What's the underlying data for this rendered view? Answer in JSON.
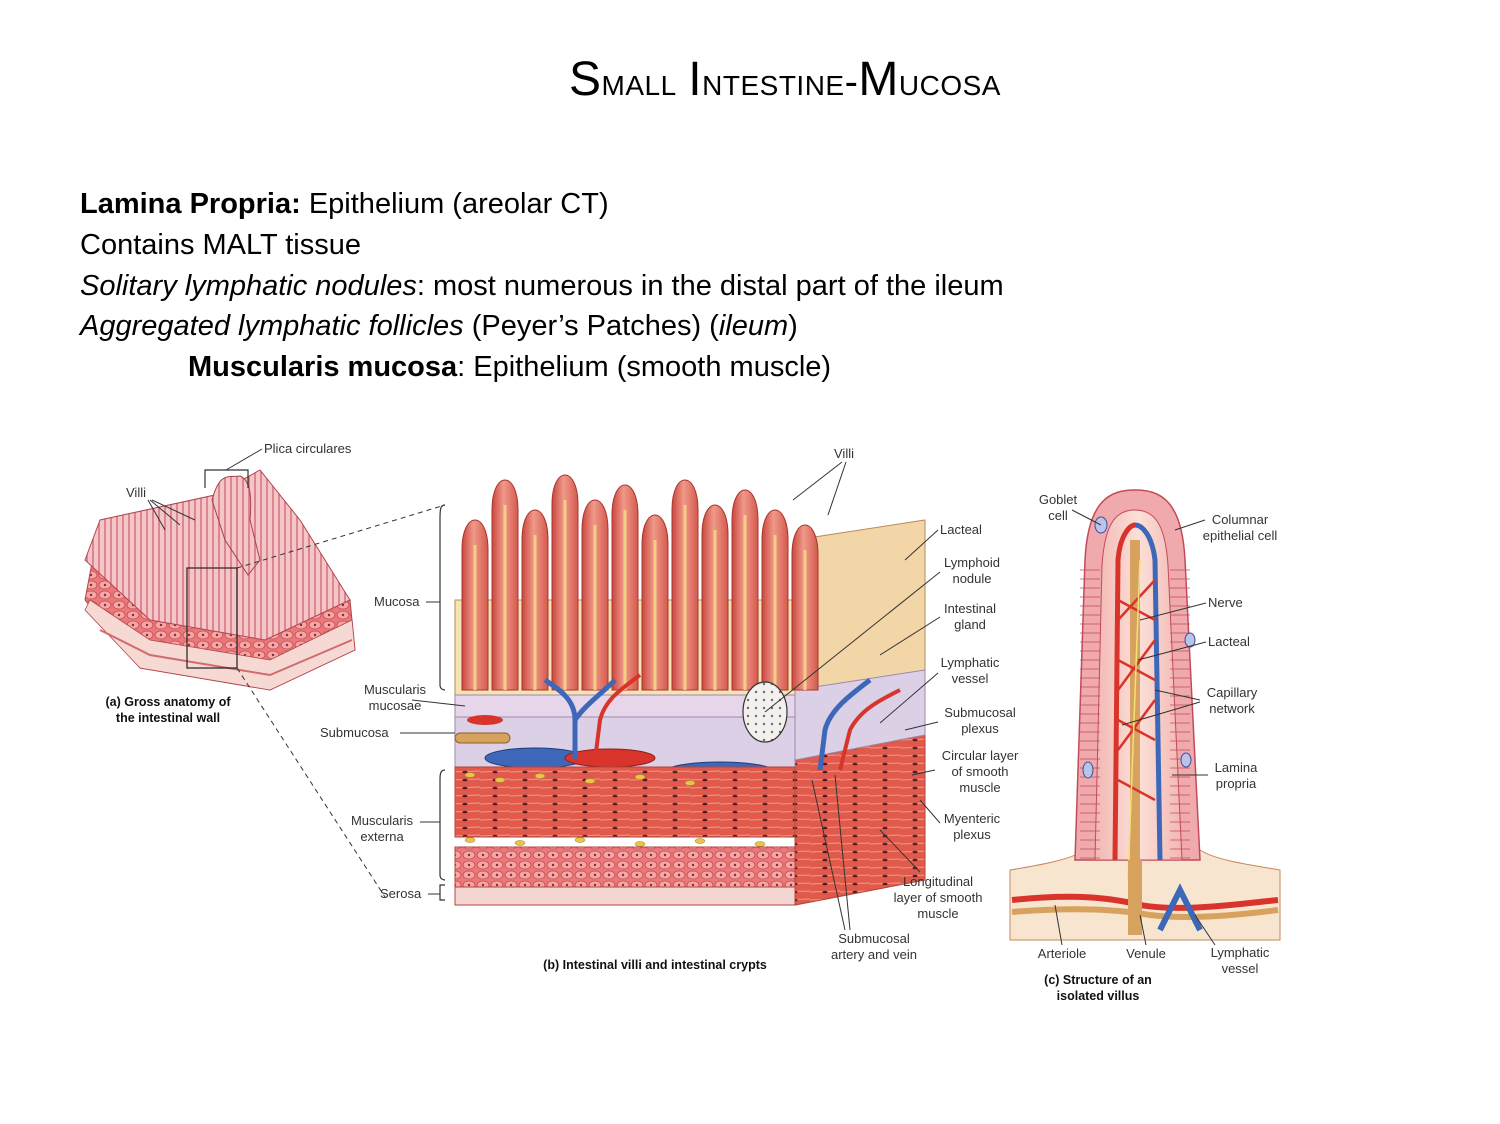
{
  "title": "Small Intestine-Mucosa",
  "lines": [
    {
      "bold": "Lamina Propria:",
      "rest": " Epithelium (areolar CT)"
    },
    {
      "plain": "Contains MALT tissue"
    },
    {
      "italic": "Solitary lymphatic nodules",
      "rest": ": most numerous in the distal part of the ileum"
    },
    {
      "italic": "Aggregated lymphatic follicles",
      "mid": " (Peyer’s Patches) (",
      "italic2": "ileum",
      "end": ")"
    },
    {
      "bold": "Muscularis mucosa",
      "rest": ": Epithelium (smooth muscle)"
    }
  ],
  "figure": {
    "panel_a": {
      "labels": {
        "plica": "Plica circulares",
        "villi": "Villi"
      },
      "caption": [
        "(a) Gross anatomy of",
        "the intestinal wall"
      ]
    },
    "panel_b": {
      "left_labels": {
        "mucosa": "Mucosa",
        "muscularis_mucosae": [
          "Muscularis",
          "mucosae"
        ],
        "submucosa": "Submucosa",
        "muscularis_externa": [
          "Muscularis",
          "externa"
        ],
        "serosa": "Serosa"
      },
      "top_label": "Villi",
      "right_labels": {
        "lacteal": "Lacteal",
        "lymphoid_nodule": [
          "Lymphoid",
          "nodule"
        ],
        "intestinal_gland": [
          "Intestinal",
          "gland"
        ],
        "lymphatic_vessel": [
          "Lymphatic",
          "vessel"
        ],
        "submucosal_plexus": [
          "Submucosal",
          "plexus"
        ],
        "circular_layer": [
          "Circular layer",
          "of smooth",
          "muscle"
        ],
        "myenteric_plexus": [
          "Myenteric",
          "plexus"
        ],
        "longitudinal_layer": [
          "Longitudinal",
          "layer of smooth",
          "muscle"
        ],
        "submucosal_artery": [
          "Submucosal",
          "artery and vein"
        ]
      },
      "caption": "(b) Intestinal villi and intestinal crypts"
    },
    "panel_c": {
      "labels": {
        "goblet": [
          "Goblet",
          "cell"
        ],
        "columnar": [
          "Columnar",
          "epithelial cell"
        ],
        "nerve": "Nerve",
        "lacteal": "Lacteal",
        "capillary": [
          "Capillary",
          "network"
        ],
        "lamina": [
          "Lamina",
          "propria"
        ],
        "arteriole": "Arteriole",
        "venule": "Venule",
        "lymphatic": [
          "Lymphatic",
          "vessel"
        ]
      },
      "caption": [
        "(c) Structure of an",
        "isolated villus"
      ]
    },
    "colors": {
      "mucosa_fill": "#f7e2b4",
      "villus_fill": "#e8816e",
      "muscle_fill": "#e2574a",
      "submucosa_fill": "#ddd2e8",
      "vein_blue": "#3d67b8",
      "artery_red": "#d9342c",
      "lacteal_tan": "#d6a25e",
      "pink_tissue": "#f0a9ad"
    }
  }
}
